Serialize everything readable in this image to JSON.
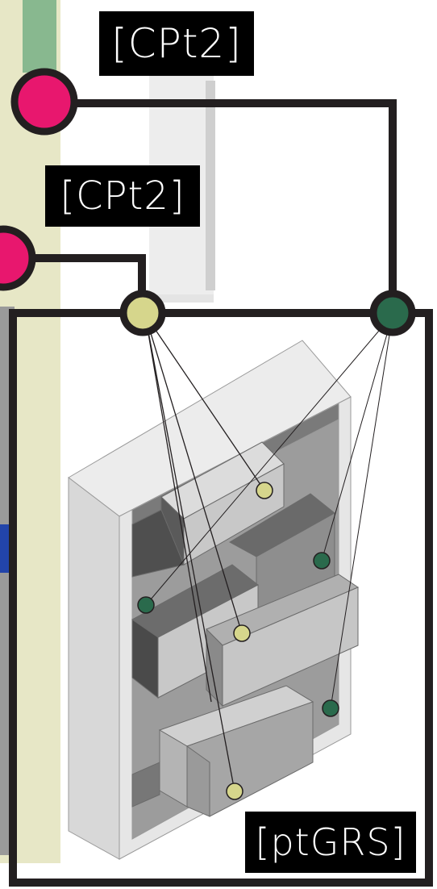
{
  "labels": {
    "cpt2_top": "[CPt2]",
    "cpt2_mid": "[CPt2]",
    "ptgrs": "[ptGRS]"
  },
  "colors": {
    "magenta_node": "#e8176e",
    "yellow_node": "#d6d68c",
    "green_node": "#2a6a4c",
    "line": "#231f20",
    "frame_light": "#e6e6e6",
    "block_dark": "#555555",
    "block_mid": "#8a8a8a",
    "block_light": "#c4c4c4"
  }
}
